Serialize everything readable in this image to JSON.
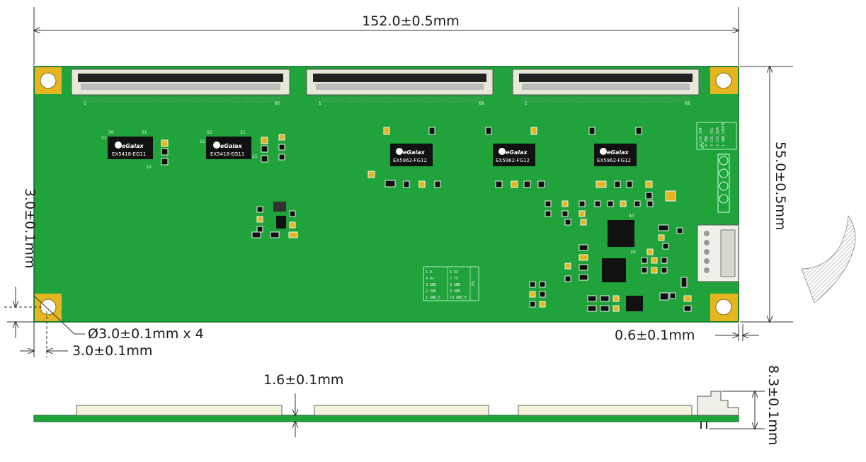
{
  "dimensions": {
    "board_width": "152.0±0.5mm",
    "board_height": "55.0±0.5mm",
    "hole_offset_y": "3.0±0.1mm",
    "hole_offset_x": "3.0±0.1mm",
    "hole_diameter": "Ø3.0±0.1mm x 4",
    "edge_offset": "0.6±0.1mm",
    "pcb_thickness": "1.6±0.1mm",
    "total_height": "8.3±0.1mm"
  },
  "connectors": [
    {
      "pin_start": "1",
      "pin_end": "80"
    },
    {
      "pin_start": "1",
      "pin_end": "68"
    },
    {
      "pin_start": "1",
      "pin_end": "68"
    }
  ],
  "chips_small": [
    {
      "brand": "eGalax",
      "model": "EX5418-EG11",
      "pin_a": "50",
      "pin_b": "31",
      "pin_c": "51",
      "pin_d": "20"
    },
    {
      "brand": "eGalax",
      "model": "EX5418-EG11",
      "pin_a": "50",
      "pin_b": "31",
      "pin_c": "51",
      "pin_d": "21"
    }
  ],
  "chips_large": [
    {
      "brand": "eGalax",
      "model": "EX5962-FG12"
    },
    {
      "brand": "eGalax",
      "model": "EX5962-FG12"
    },
    {
      "brand": "eGalax",
      "model": "EX5962-FG12"
    }
  ],
  "controller": {
    "pin_top": "40",
    "pin_bottom": "20"
  },
  "header_labels": [
    "5 I2C_INT",
    "4 VDD",
    "3 I2C_SCL",
    "2 I2C_SDA",
    "1 GND_EARTH"
  ],
  "header_title": "JP2",
  "pin_table": {
    "left": [
      "5 D-",
      "4 D+",
      "3 GND",
      "2 VDD",
      "1 GND_E"
    ],
    "right": [
      "6 RX",
      "7 TX",
      "8 GND",
      "9 VDD",
      "10 GND_E"
    ],
    "title": "JP1"
  },
  "colors": {
    "pcb": "#1fa33a",
    "pcb_edge": "#0d6b24",
    "pad": "#e6b522",
    "connector_body": "#efefe0",
    "chip": "#111111"
  }
}
